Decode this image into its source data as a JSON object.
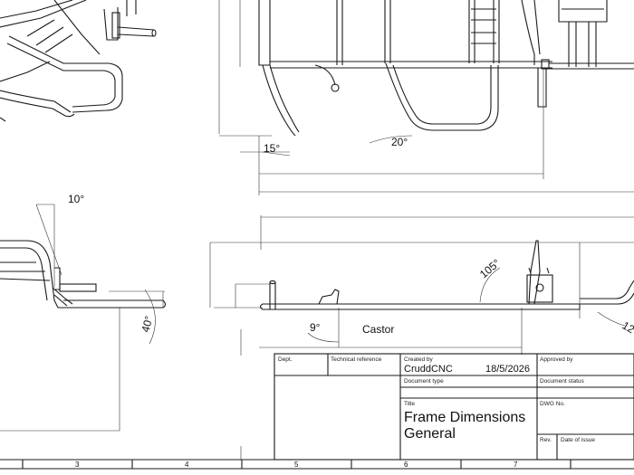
{
  "dimensions": {
    "angle_front_left": "15°",
    "angle_front_right": "20°",
    "angle_side_top": "10°",
    "angle_side_bottom": "40°",
    "angle_backrest": "105°",
    "angle_castor": "9°",
    "angle_edge": "12",
    "castor_label": "Castor"
  },
  "title_block": {
    "dept_label": "Dept.",
    "techref_label": "Technical reference",
    "created_by_label": "Created by",
    "created_by_value": "CruddCNC",
    "created_date": "18/5/2026",
    "approved_by_label": "Approved by",
    "doc_type_label": "Document type",
    "doc_status_label": "Document status",
    "title_label": "Title",
    "title_line1": "Frame Dimensions",
    "title_line2": "General",
    "dwg_no_label": "DWG No.",
    "rev_label": "Rev.",
    "date_issue_label": "Date of issue"
  },
  "zone_markers": [
    "3",
    "4",
    "5",
    "6",
    "7"
  ]
}
